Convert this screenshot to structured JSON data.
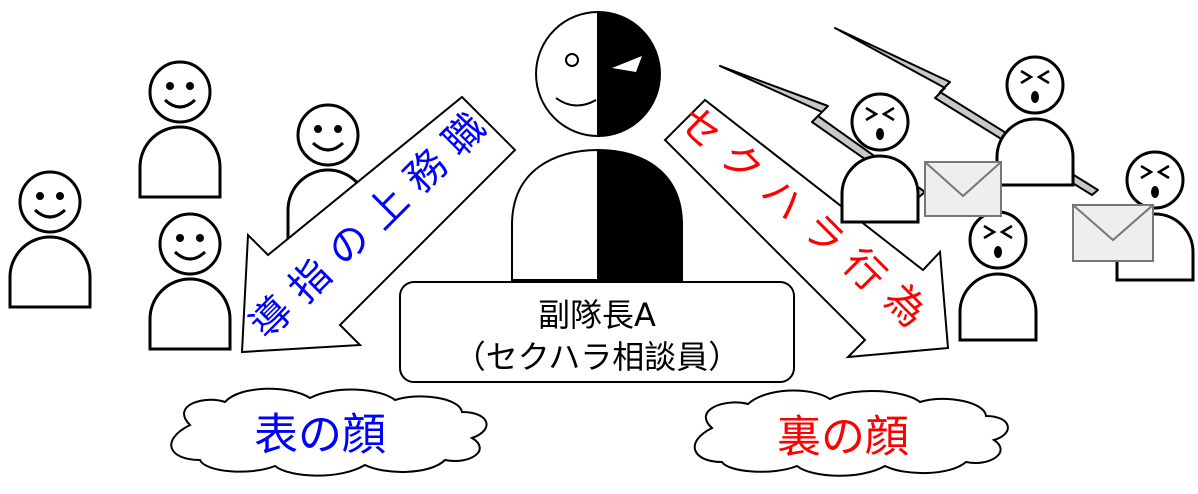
{
  "center_person": {
    "name_line1": "副隊長A",
    "name_line2": "（セクハラ相談員）"
  },
  "left_arrow": {
    "chars": [
      "職",
      "務",
      "上",
      "の",
      "指",
      "導"
    ],
    "color": "#0000ff"
  },
  "right_arrow": {
    "chars": [
      "セ",
      "ク",
      "ハ",
      "ラ",
      "行",
      "為"
    ],
    "color": "#ff0000"
  },
  "left_cloud": {
    "label": "表の顔",
    "color": "#0000ff"
  },
  "right_cloud": {
    "label": "裏の顔",
    "color": "#ff0000"
  }
}
